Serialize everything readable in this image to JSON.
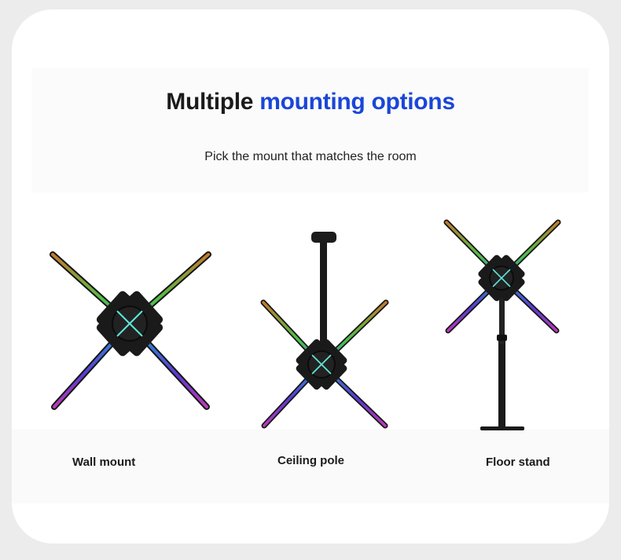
{
  "heading": {
    "title_lead": "Multiple",
    "title_accent": "mounting options",
    "subtitle": "Pick the mount that matches the room"
  },
  "mounts": [
    {
      "label": "Wall mount",
      "icon": "wall-mounted-hologram-fan-icon"
    },
    {
      "label": "Ceiling pole",
      "icon": "ceiling-pole-hologram-fan-icon"
    },
    {
      "label": "Floor stand",
      "icon": "floor-stand-hologram-fan-icon"
    }
  ],
  "colors": {
    "accent": "#1a46d8",
    "text": "#1b1b1b",
    "card": "#ffffff",
    "background": "#ececec"
  }
}
